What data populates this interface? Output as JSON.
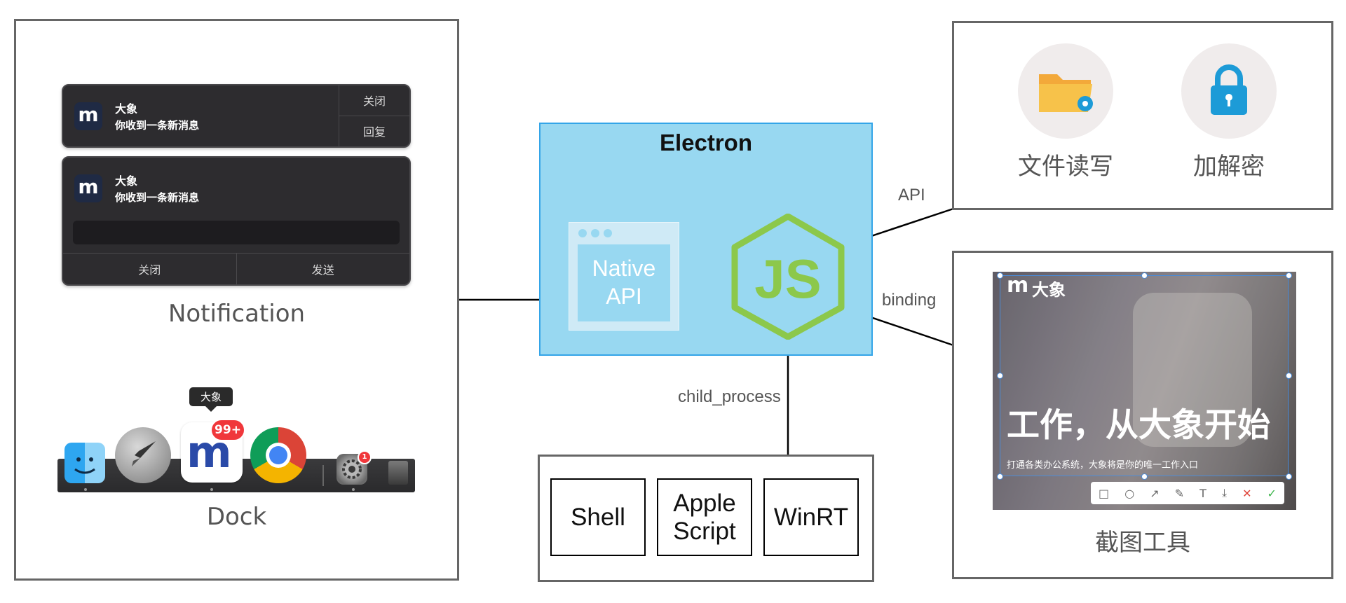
{
  "left_panel": {
    "notification1": {
      "app_letter": "m",
      "title": "大象",
      "body": "你收到一条新消息",
      "close": "关闭",
      "reply": "回复"
    },
    "notification2": {
      "app_letter": "m",
      "title": "大象",
      "body": "你收到一条新消息",
      "close": "关闭",
      "send": "发送"
    },
    "notification_caption": "Notification",
    "dock": {
      "tooltip": "大象",
      "app_badge": "99+",
      "settings_badge": "1",
      "caption": "Dock"
    }
  },
  "center": {
    "electron_title": "Electron",
    "native_api": {
      "line1": "Native",
      "line2": "API"
    },
    "js_logo": "JS",
    "child_process_label": "child_process",
    "api_label": "API",
    "binding_label": "binding",
    "boxes": [
      {
        "label": "Shell"
      },
      {
        "label": "Apple\nScript"
      },
      {
        "label": "WinRT"
      }
    ]
  },
  "right_top": {
    "features": [
      {
        "label": "文件读写",
        "icon": "folder-gear-icon"
      },
      {
        "label": "加解密",
        "icon": "lock-icon"
      }
    ]
  },
  "right_bottom": {
    "caption": "截图工具",
    "screenshot": {
      "brand": "大象",
      "headline": "工作，从大象开始",
      "subline": "打通各类办公系统，大象将是你的唯一工作入口",
      "toolbar_icons": [
        "rect-icon",
        "ellipse-icon",
        "arrow-icon",
        "pen-icon",
        "text-icon",
        "download-icon",
        "cancel-icon",
        "confirm-icon"
      ]
    }
  },
  "colors": {
    "electron_fill": "#98d8f1",
    "electron_border": "#34a5e8",
    "node_green": "#8cc84b",
    "feature_blue": "#1d9bd7",
    "folder_yellow": "#f7c24a",
    "badge_red": "#f0373b"
  }
}
